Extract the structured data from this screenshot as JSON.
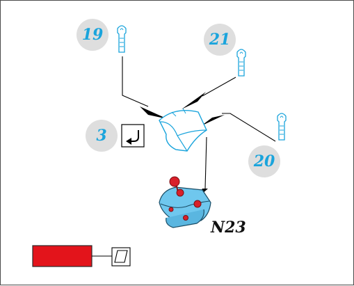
{
  "callouts": {
    "c19": "19",
    "c21": "21",
    "c3": "3",
    "c20": "20"
  },
  "part_label": "N23",
  "icons": {
    "screw": "screw-part-icon",
    "bracket": "bracket-part-icon",
    "action": "curved-arrow-icon",
    "assembly": "control-lever-assembly-icon",
    "legend": "parallelogram-icon"
  },
  "colors": {
    "part_blue": "#1aa4dc",
    "callout_bg": "#dedede",
    "legend_red": "#e3141b",
    "assembly_fill": "#6fc7ee",
    "knob_red": "#d8202a"
  }
}
